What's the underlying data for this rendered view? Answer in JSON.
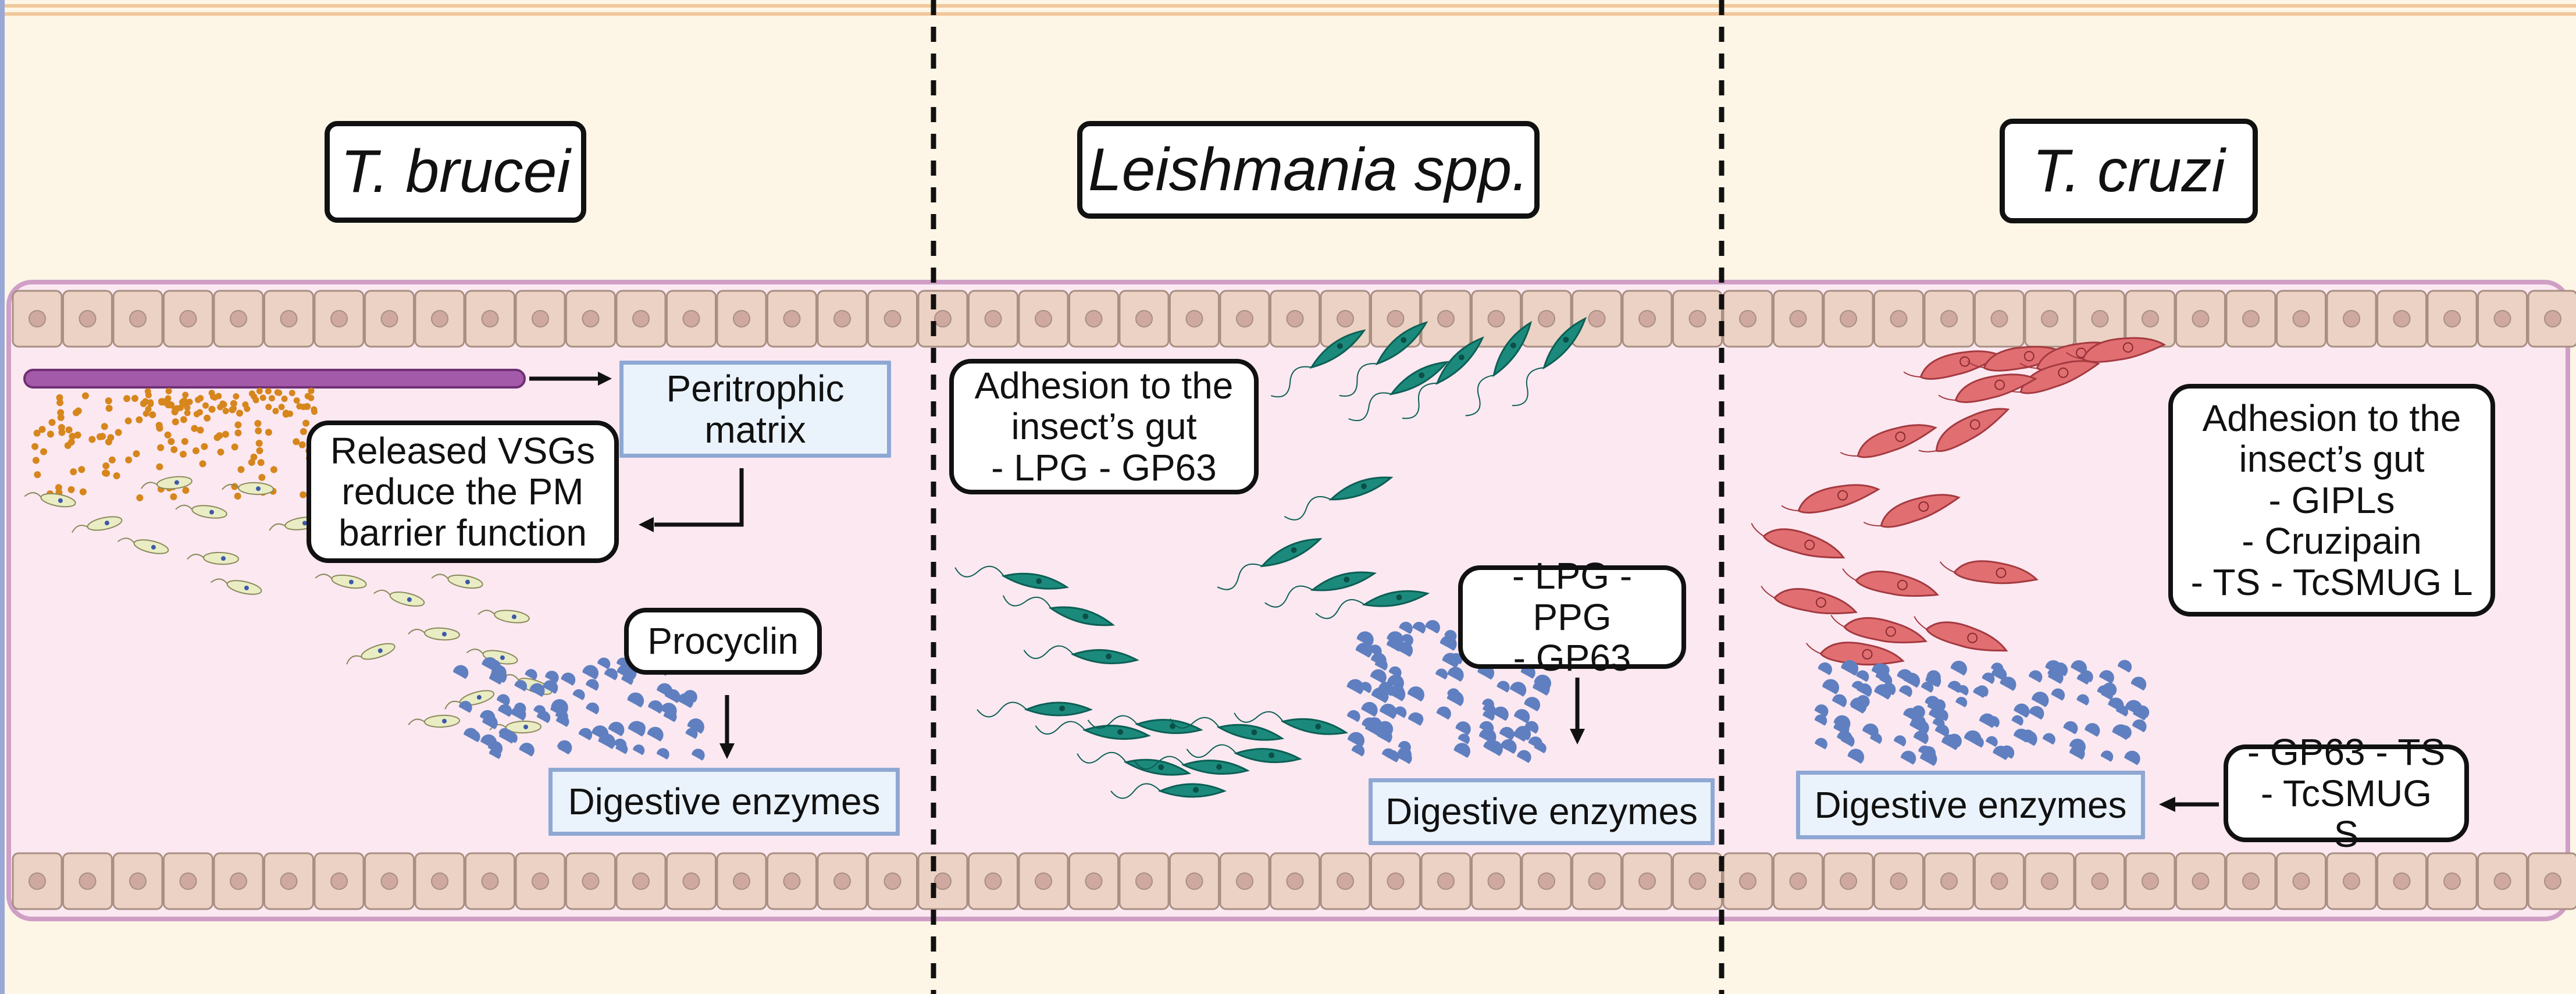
{
  "panels": [
    {
      "title": "T. brucei",
      "peritrophic": "Peritrophic\nmatrix",
      "vsg": "Released VSGs\nreduce the PM\nbarrier function",
      "procyclin": "Procyclin",
      "enzymes": "Digestive enzymes"
    },
    {
      "title": "Leishmania spp.",
      "adhesion": "Adhesion to the\ninsect’s gut\n- LPG - GP63",
      "molecules": "- LPG - PPG\n- GP63",
      "enzymes": "Digestive enzymes"
    },
    {
      "title": "T. cruzi",
      "adhesion": "Adhesion to the\ninsect’s gut\n- GIPLs\n- Cruzipain\n- TS - TcSMUG L",
      "molecules": "- GP63 - TS\n- TcSMUG S",
      "enzymes": "Digestive enzymes"
    }
  ],
  "colors": {
    "background": "#fdf6e6",
    "gut_lumen": "#fbe8f1",
    "gut_outline": "#cf9fc6",
    "epithelial_cell": "#ecd2c4",
    "peritrophic_matrix": "#a35aa8",
    "vsg_particles": "#d6861c",
    "brucei_cells": "#eaecc4",
    "leishmania_cells": "#1b8a7c",
    "cruzi_cells": "#e16f72",
    "digestive_enzymes": "#5f7fc0",
    "label_box_fill": "#eaf2fb",
    "label_box_border": "#8fa8d3"
  }
}
